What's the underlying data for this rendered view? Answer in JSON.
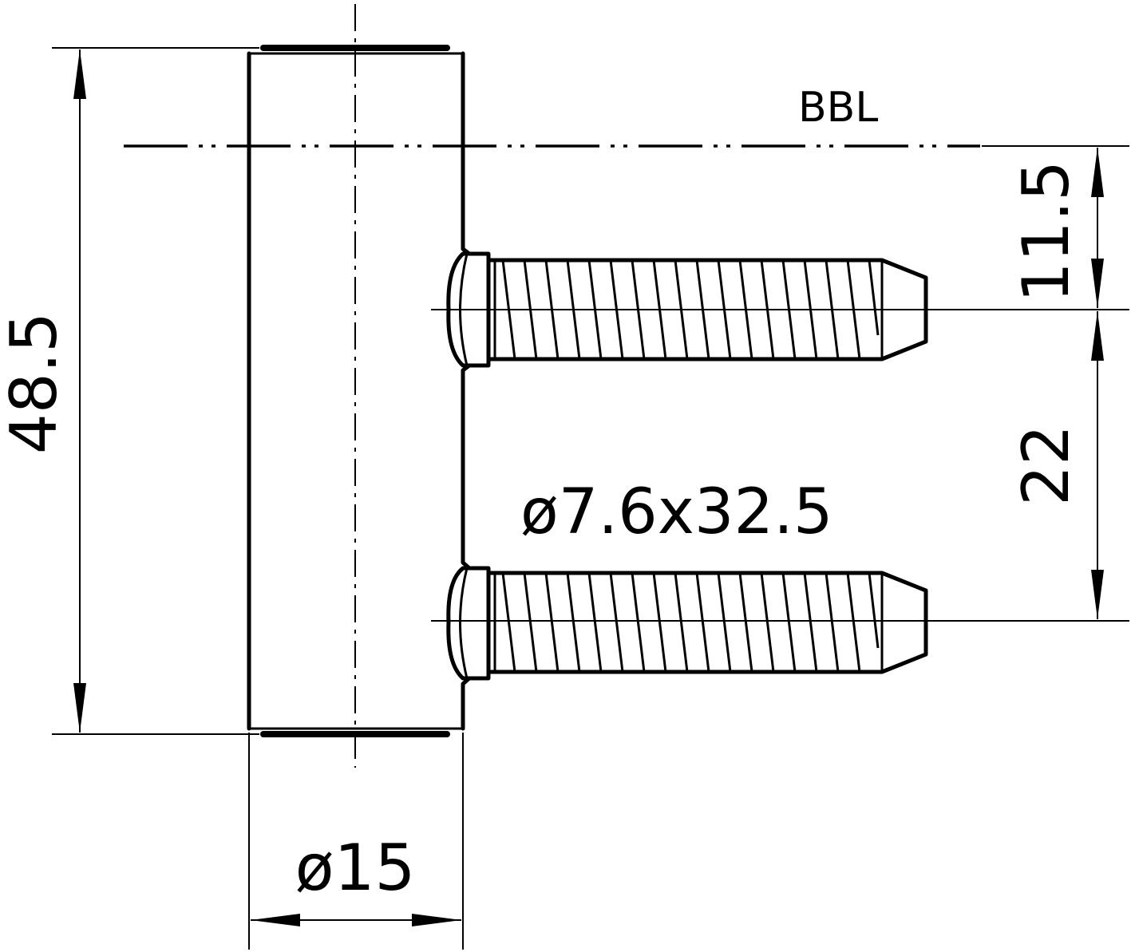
{
  "labels": {
    "bbl": "BBL",
    "height_total": "48.5",
    "offset_top": "11.5",
    "pin_spacing": "22",
    "pin_spec": "ø7.6x32.5",
    "diameter": "ø15"
  }
}
